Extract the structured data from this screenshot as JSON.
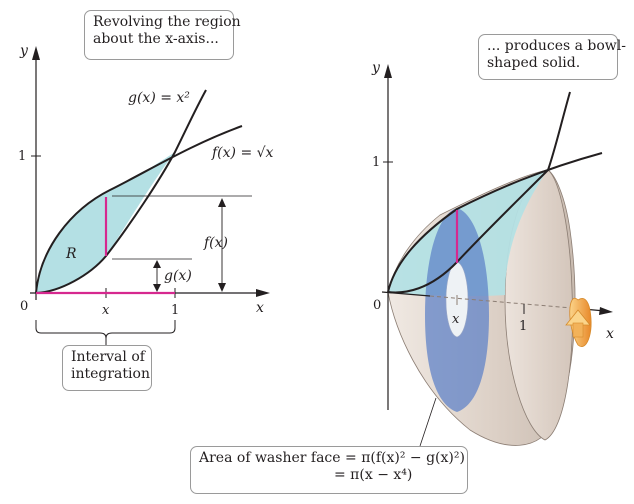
{
  "callouts": {
    "top_left": {
      "line1": "Revolving the region",
      "line2": "about the x-axis..."
    },
    "top_right": {
      "line1": "... produces a bowl-",
      "line2": "shaped solid."
    },
    "interval": {
      "line1": "Interval of",
      "line2": "integration"
    },
    "washer": {
      "line1": "Area of washer face = π(f(x)² − g(x)²)",
      "line2": "= π(x − x⁴)"
    }
  },
  "left_plot": {
    "y_axis_label": "y",
    "x_axis_label": "x",
    "origin_label": "0",
    "y_tick_label": "1",
    "x_tick_label": "1",
    "x_marker_label": "x",
    "region_label": "R",
    "g_curve_label": "g(x) = x²",
    "f_curve_label": "f(x) = √x",
    "f_dimension_label": "f(x)",
    "g_dimension_label": "g(x)"
  },
  "right_plot": {
    "y_axis_label": "y",
    "x_axis_label": "x",
    "origin_label": "0",
    "y_tick_label": "1",
    "x_tick_label": "1",
    "x_marker_label": "x"
  },
  "colors": {
    "region_fill": "#b4e0e4",
    "magenta": "#d6288f",
    "washer_blue": "#5b7fc8",
    "solid_fill": "#e2d8d0",
    "arrow_orange": "#f2a33a"
  }
}
